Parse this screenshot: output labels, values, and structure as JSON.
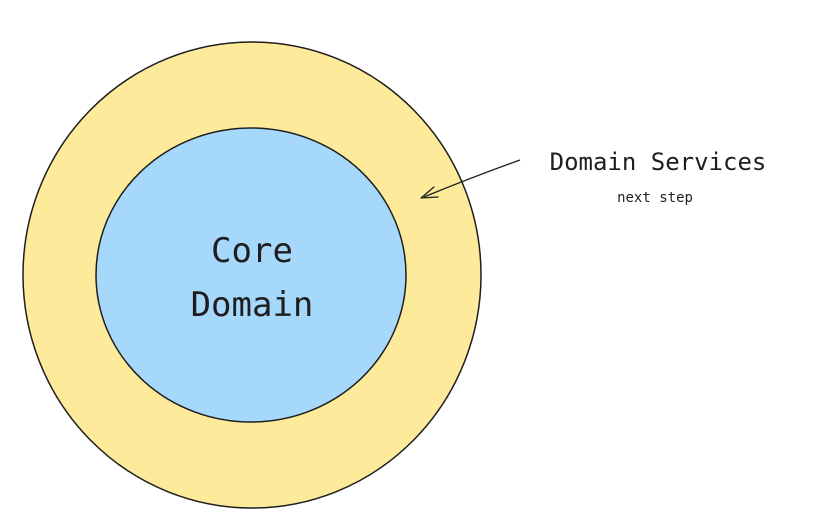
{
  "diagram": {
    "inner_label_line1": "Core",
    "inner_label_line2": "Domain",
    "outer_label": "Domain Services",
    "outer_sublabel": "next step"
  },
  "colors": {
    "outer_ring_fill": "#fdeb9b",
    "inner_circle_fill": "#a6d8fb",
    "stroke": "#1e1e1e",
    "background": "#ffffff"
  }
}
